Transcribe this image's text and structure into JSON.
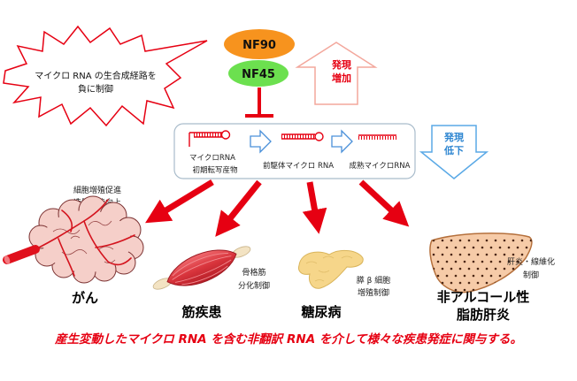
{
  "colors": {
    "accent_red": "#E60012",
    "accent_blue": "#2E86D1",
    "nf90": "#F7931E",
    "nf45": "#6CE04F"
  },
  "burst": {
    "line1": "マイクロ RNA の生合成経路を",
    "line2": "負に制御"
  },
  "factors": {
    "nf90": "NF90",
    "nf45": "NF45"
  },
  "increase": {
    "line1": "発現",
    "line2": "増加"
  },
  "decrease": {
    "line1": "発現",
    "line2": "低下"
  },
  "pathway": {
    "primary": {
      "line1": "マイクロRNA",
      "line2": "初期転写産物"
    },
    "precursor": "前駆体マイクロ RNA",
    "mature": "成熟マイクロRNA"
  },
  "diseases": {
    "cancer": {
      "effect": [
        "細胞増殖促進",
        "造腫瘍能向上"
      ],
      "name": "がん"
    },
    "muscle": {
      "effect": [
        "骨格筋",
        "分化制御"
      ],
      "name": "筋疾患"
    },
    "diabetes": {
      "effect": [
        "膵 β 細胞",
        "増殖制御"
      ],
      "name": "糖尿病"
    },
    "nash": {
      "effect": [
        "肝炎・線維化",
        "制御"
      ],
      "name": [
        "非アルコール性",
        "脂肪肝炎"
      ]
    }
  },
  "caption": "産生変動したマイクロ RNA を含む非翻訳 RNA を介して様々な疾患発症に関与する。"
}
